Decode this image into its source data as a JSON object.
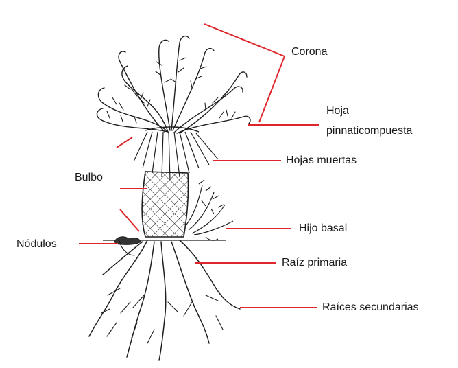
{
  "diagram": {
    "labels": {
      "corona": "Corona",
      "hoja_line1": "Hoja",
      "hoja_line2": "pinnaticompuesta",
      "hojas_muertas": "Hojas muertas",
      "bulbo": "Bulbo",
      "hijo_basal": "Hijo basal",
      "nodulos": "Nódulos",
      "raiz_primaria": "Raíz primaria",
      "raices_secundarias": "Raíces secundarias"
    },
    "colors": {
      "leader_line": "#e0252a",
      "drawing": "#1e1e1e",
      "text": "#1a1a1a"
    }
  }
}
